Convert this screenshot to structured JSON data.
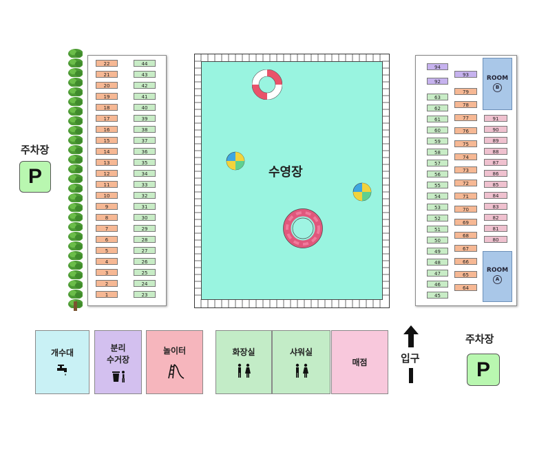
{
  "parking_left": {
    "label": "주차장",
    "sign": "P"
  },
  "parking_right": {
    "label": "주차장",
    "sign": "P"
  },
  "pool": {
    "label": "수영장"
  },
  "left_sites": {
    "col1": [
      "22",
      "21",
      "20",
      "19",
      "18",
      "17",
      "16",
      "15",
      "14",
      "13",
      "12",
      "11",
      "10",
      "9",
      "8",
      "7",
      "6",
      "5",
      "4",
      "3",
      "2",
      "1"
    ],
    "col2": [
      "44",
      "43",
      "42",
      "41",
      "40",
      "39",
      "38",
      "37",
      "36",
      "35",
      "34",
      "33",
      "32",
      "31",
      "30",
      "29",
      "28",
      "27",
      "26",
      "25",
      "24",
      "23"
    ]
  },
  "right_sites": {
    "purple": [
      "94",
      "92",
      "93"
    ],
    "green": [
      "63",
      "62",
      "61",
      "60",
      "59",
      "58",
      "57",
      "56",
      "55",
      "54",
      "53",
      "52",
      "51",
      "50",
      "49",
      "48",
      "47",
      "46",
      "45"
    ],
    "orange": [
      "79",
      "78",
      "77",
      "76",
      "75",
      "74",
      "73",
      "72",
      "71",
      "70",
      "69",
      "68",
      "67",
      "66",
      "65",
      "64"
    ],
    "pink": [
      "91",
      "90",
      "89",
      "88",
      "87",
      "86",
      "85",
      "84",
      "83",
      "82",
      "81",
      "80"
    ],
    "room_b": {
      "label": "ROOM",
      "badge": "B"
    },
    "room_a": {
      "label": "ROOM",
      "badge": "A"
    }
  },
  "facilities": {
    "water": "개수대",
    "recycle_line1": "분리",
    "recycle_line2": "수거장",
    "playground": "놀이터",
    "restroom": "화장실",
    "shower": "샤워실",
    "store": "매점"
  },
  "entrance": {
    "label": "입구"
  },
  "colors": {
    "pool_water": "#99f4e0",
    "water_box": "#c9f1f5",
    "recycle_box": "#d3c0ef",
    "playground_box": "#f6b6bd",
    "restroom_box": "#c3ecc7",
    "store_box": "#f8c8dc",
    "parking_sign": "#b9f7b0"
  }
}
